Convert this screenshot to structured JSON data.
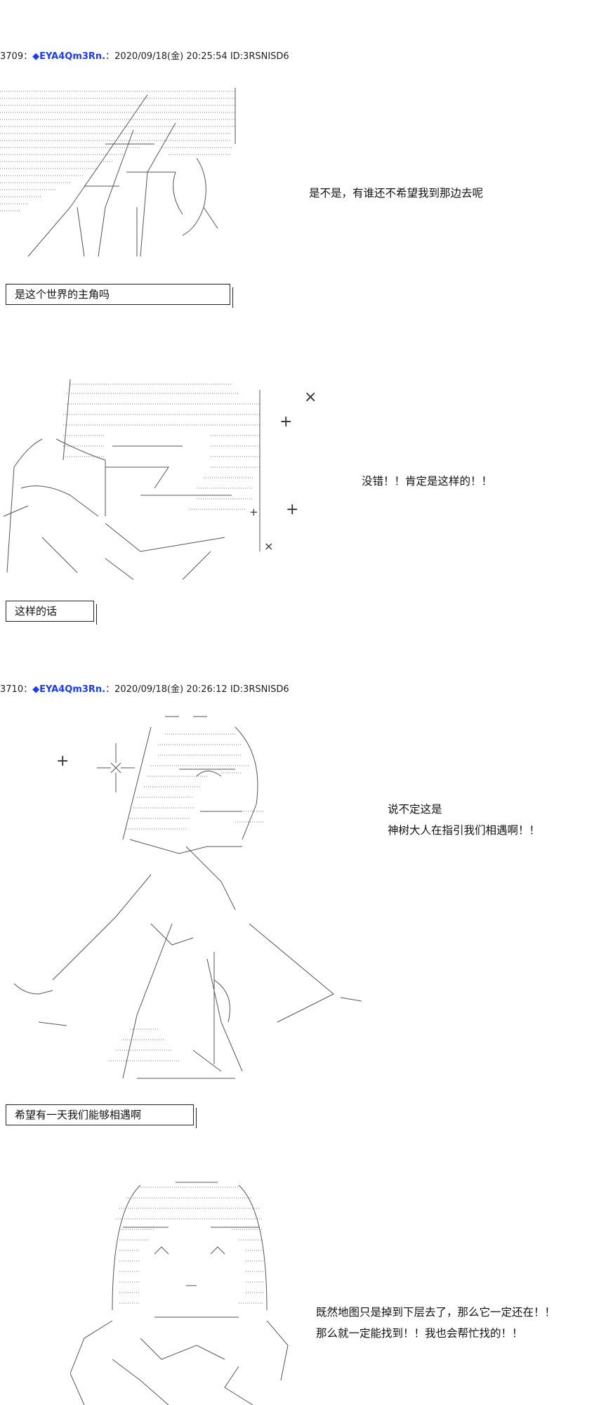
{
  "posts": [
    {
      "number": "3709",
      "separator": "：",
      "trip": "◆EYA4Qm3Rn.",
      "rest": "：2020/09/18(金) 20:25:54 ID:3RSNISD6",
      "panels": [
        {
          "dialog": [
            "是不是，有谁还不希望我到那边去呢"
          ],
          "caption": "是这个世界的主角吗"
        },
        {
          "dialog": [
            "没错！！肯定是这样的！！"
          ],
          "caption": "这样的话"
        }
      ]
    },
    {
      "number": "3710",
      "separator": "：",
      "trip": "◆EYA4Qm3Rn.",
      "rest": "：2020/09/18(金) 20:26:12 ID:3RSNISD6",
      "panels": [
        {
          "dialog": [
            "说不定这是",
            "神树大人在指引我们相遇啊！！"
          ],
          "caption": "希望有一天我们能够相遇啊"
        },
        {
          "dialog": [
            "既然地图只是掉到下层去了，那么它一定还在！！",
            "那么就一定能找到！！我也会帮忙找的！！"
          ],
          "caption": ""
        }
      ]
    }
  ],
  "sparkles": [
    "×",
    "+",
    "+",
    "+",
    "×",
    "+"
  ]
}
